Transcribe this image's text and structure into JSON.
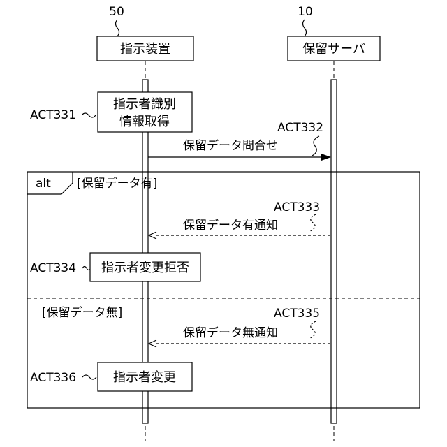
{
  "lifelines": [
    {
      "ref": "50",
      "name": "指示装置"
    },
    {
      "ref": "10",
      "name": "保留サーバ"
    }
  ],
  "acts": {
    "act331": {
      "id": "ACT331",
      "lines": [
        "指示者識別",
        "情報取得"
      ]
    },
    "act332": {
      "id": "ACT332",
      "message": "保留データ問合せ"
    },
    "act333": {
      "id": "ACT333",
      "message": "保留データ有通知"
    },
    "act334": {
      "id": "ACT334",
      "label": "指示者変更拒否"
    },
    "act335": {
      "id": "ACT335",
      "message": "保留データ無通知"
    },
    "act336": {
      "id": "ACT336",
      "label": "指示者変更"
    }
  },
  "alt": {
    "tag": "alt",
    "guard1": "[保留データ有]",
    "guard2": "[保留データ無]"
  }
}
